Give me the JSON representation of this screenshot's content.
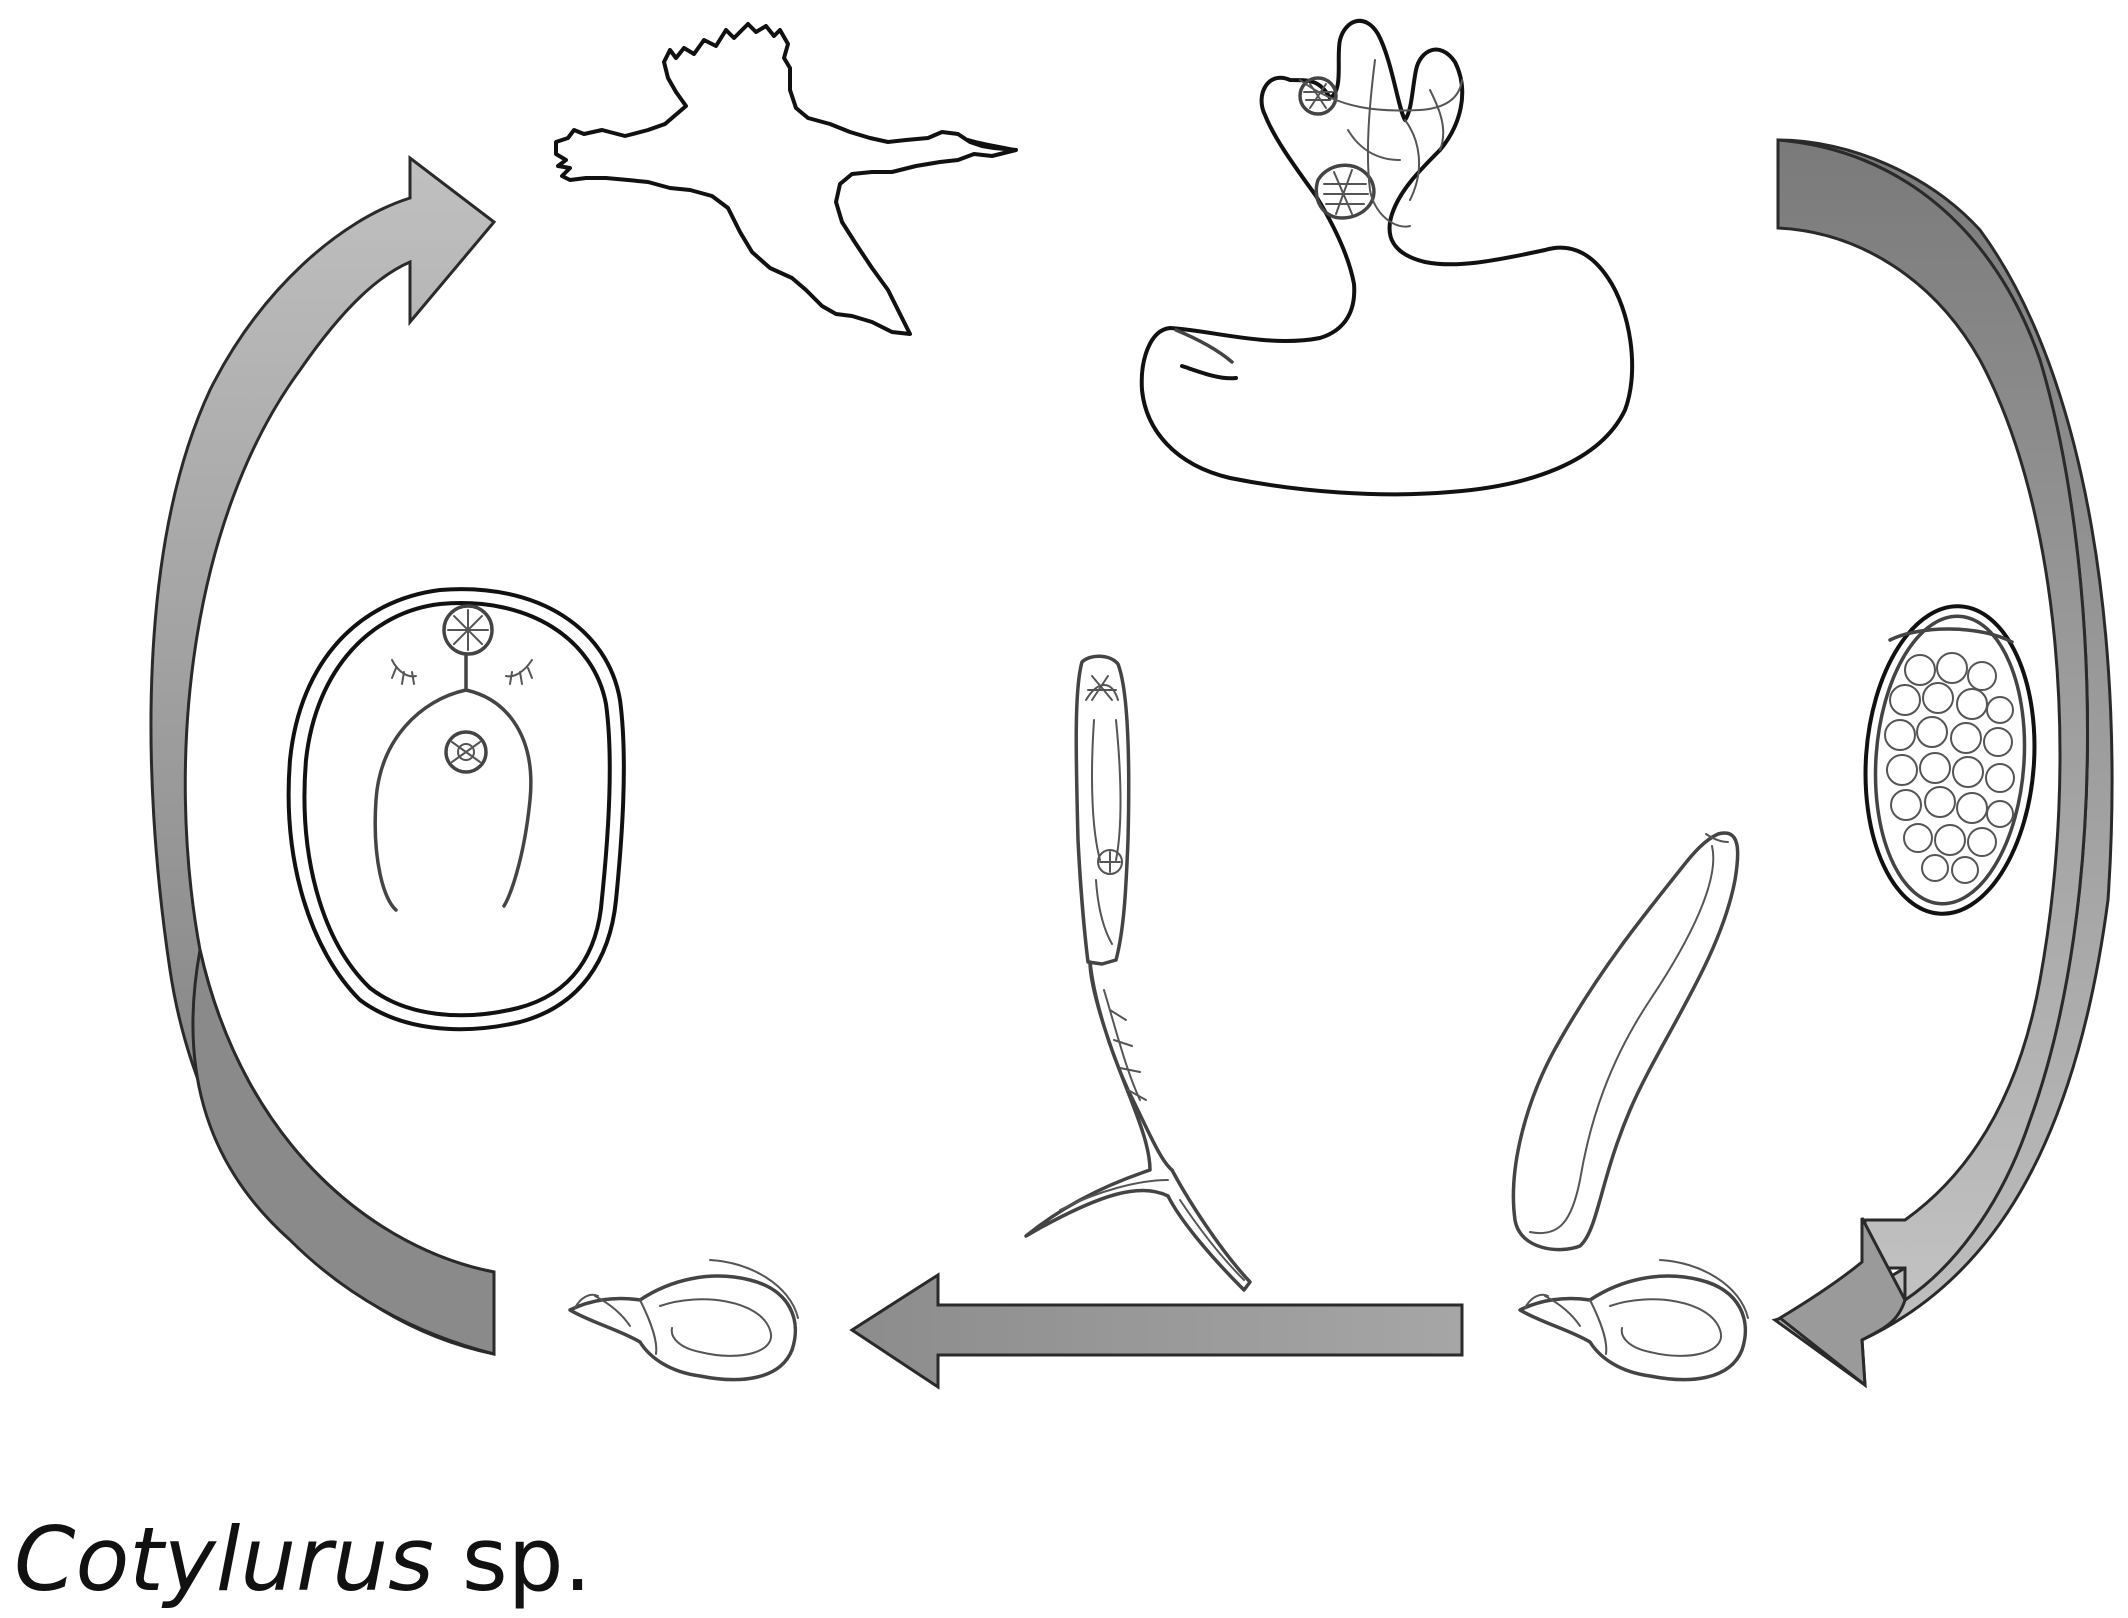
{
  "caption": {
    "genus": "Cotylurus",
    "suffix": " sp."
  },
  "colors": {
    "arrow_dark": "#7a7a7a",
    "arrow_light": "#b5b5b5",
    "ink": "#111111"
  },
  "stages": [
    {
      "id": "definitive-host",
      "icon": "bird-icon"
    },
    {
      "id": "adult",
      "icon": "adult-fluke-icon"
    },
    {
      "id": "egg",
      "icon": "egg-icon"
    },
    {
      "id": "miracidium",
      "icon": "miracidium-icon"
    },
    {
      "id": "first-intermediate-host",
      "icon": "snail-icon"
    },
    {
      "id": "cercaria",
      "icon": "cercaria-icon"
    },
    {
      "id": "second-intermediate-host",
      "icon": "snail-icon"
    },
    {
      "id": "metacercaria",
      "icon": "metacercaria-icon"
    }
  ]
}
